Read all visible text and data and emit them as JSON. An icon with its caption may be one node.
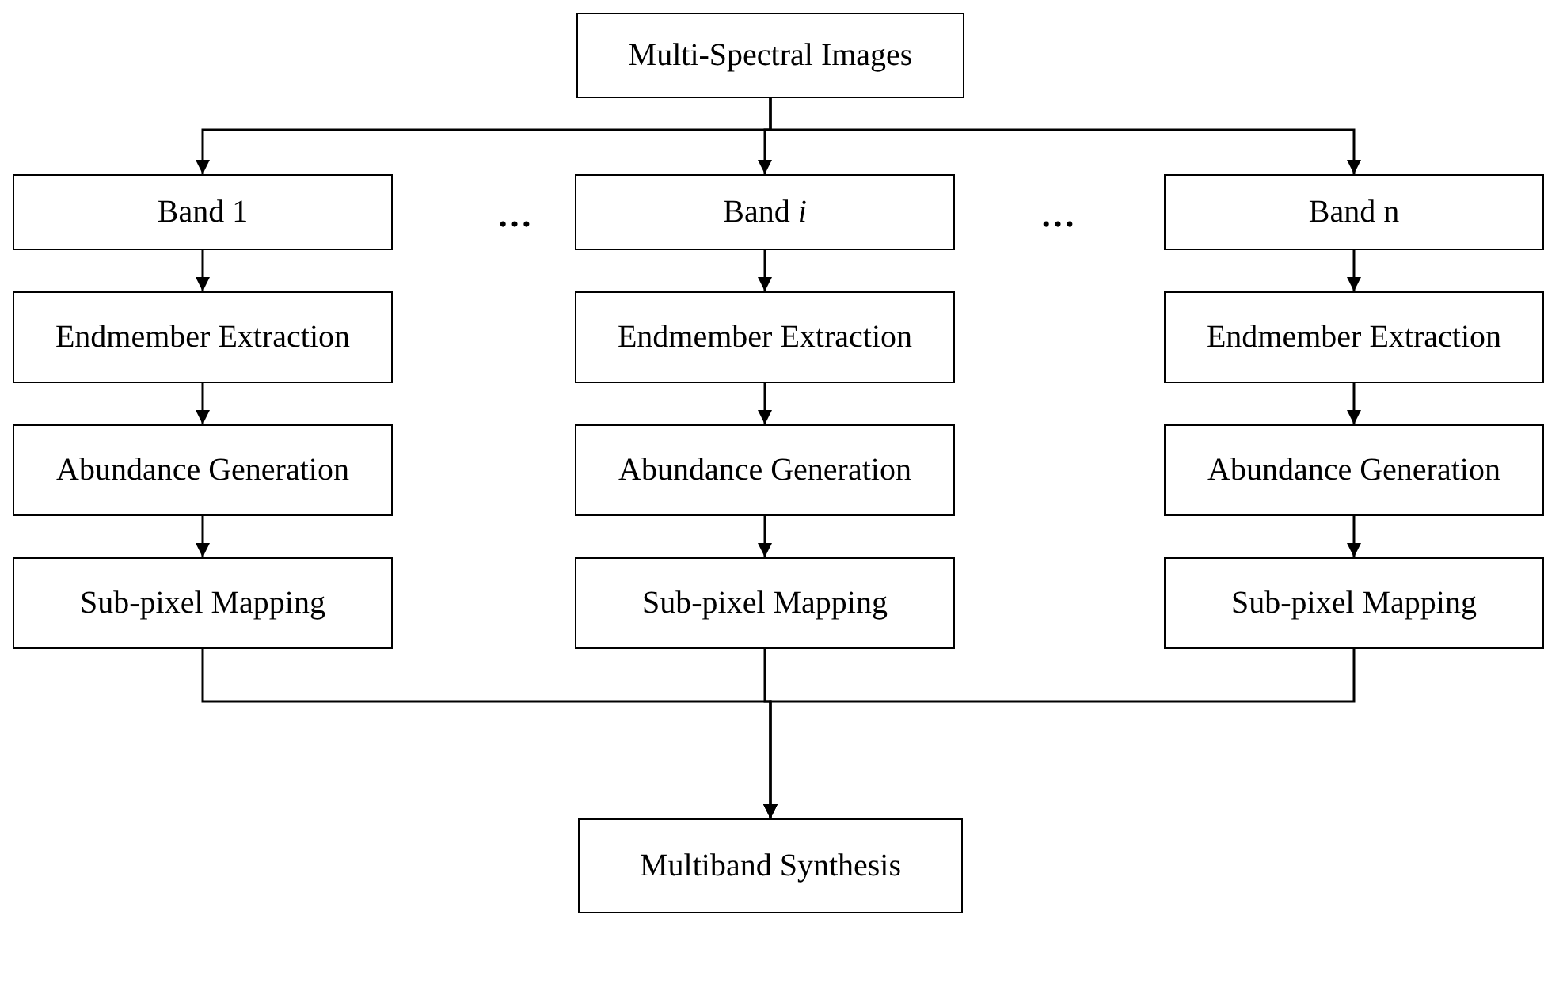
{
  "diagram": {
    "nodes": [
      {
        "text": [
          "Multi-Spectral Images"
        ]
      },
      {
        "text": [
          "Band 1"
        ]
      },
      {
        "text": [
          "Band *i*"
        ]
      },
      {
        "text": [
          "Band n"
        ]
      },
      {
        "text": [
          "Endmember Extraction"
        ]
      },
      {
        "text": [
          "Endmember Extraction"
        ]
      },
      {
        "text": [
          "Endmember Extraction"
        ]
      },
      {
        "text": [
          "Abundance Generation"
        ]
      },
      {
        "text": [
          "Abundance Generation"
        ]
      },
      {
        "text": [
          "Abundance Generation"
        ]
      },
      {
        "text": [
          "Sub-pixel Mapping"
        ]
      },
      {
        "text": [
          "Sub-pixel Mapping"
        ]
      },
      {
        "text": [
          "Sub-pixel Mapping"
        ]
      },
      {
        "text": [
          "Multiband Synthesis"
        ]
      }
    ],
    "edges": [
      {
        "from": 0,
        "to": 1,
        "arrow": "to"
      },
      {
        "from": 0,
        "to": 2,
        "arrow": "to"
      },
      {
        "from": 0,
        "to": 3,
        "arrow": "to"
      },
      {
        "from": 1,
        "to": 4,
        "arrow": "to"
      },
      {
        "from": 2,
        "to": 5,
        "arrow": "to"
      },
      {
        "from": 3,
        "to": 6,
        "arrow": "to"
      },
      {
        "from": 4,
        "to": 7,
        "arrow": "to"
      },
      {
        "from": 5,
        "to": 8,
        "arrow": "to"
      },
      {
        "from": 6,
        "to": 9,
        "arrow": "to"
      },
      {
        "from": 7,
        "to": 10,
        "arrow": "to"
      },
      {
        "from": 8,
        "to": 11,
        "arrow": "to"
      },
      {
        "from": 9,
        "to": 12,
        "arrow": "to"
      },
      {
        "from": 10,
        "to": 13,
        "arrow": "to"
      },
      {
        "from": 11,
        "to": 13,
        "arrow": "to"
      },
      {
        "from": 12,
        "to": 13,
        "arrow": "to"
      }
    ],
    "labels": [
      "…",
      "…"
    ]
  }
}
